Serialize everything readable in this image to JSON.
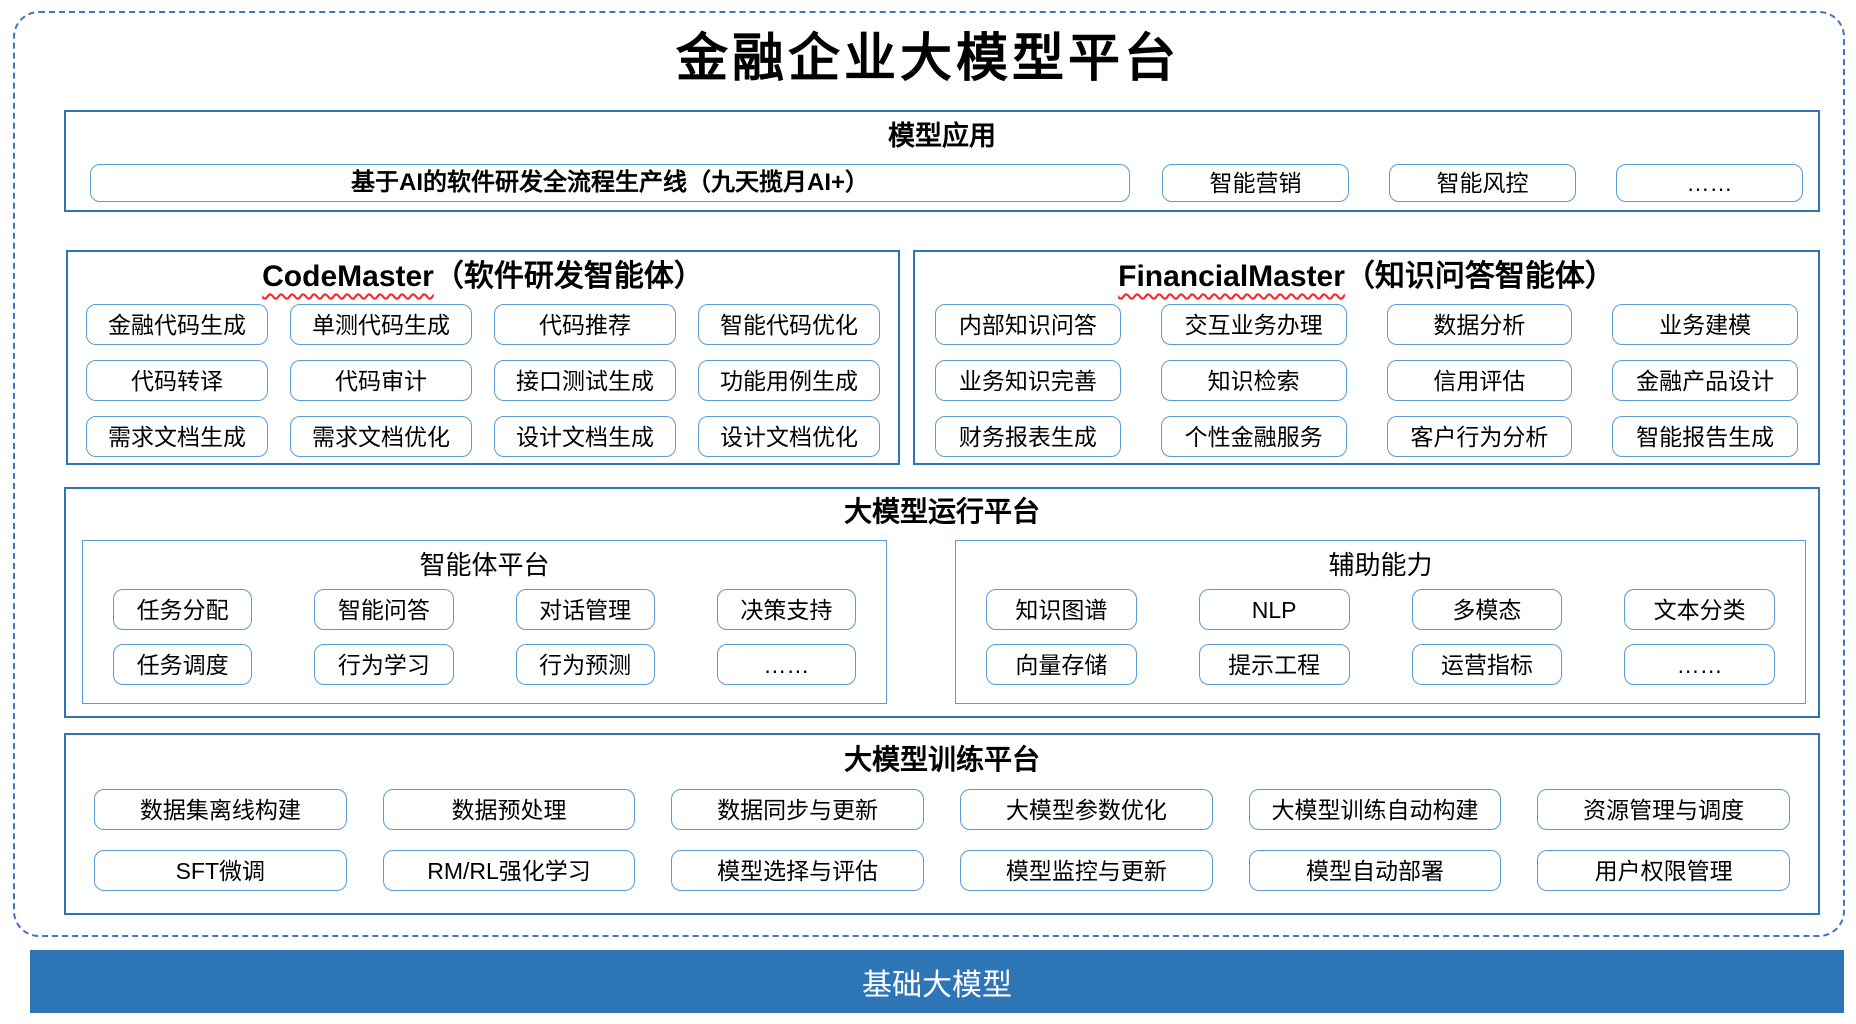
{
  "title": "金融企业大模型平台",
  "colors": {
    "outer_dashed_border": "#4472C4",
    "section_border": "#2E75B6",
    "item_border": "#5B9BD5",
    "foundation_bg": "#2E75B6",
    "spellcheck_squiggle": "#FF1F1F"
  },
  "applications": {
    "header": "模型应用",
    "wide_button": "基于AI的软件研发全流程生产线（九天揽月AI+）",
    "buttons": [
      "智能营销",
      "智能风控",
      "……"
    ]
  },
  "code_master": {
    "name": "CodeMaster",
    "suffix": "（软件研发智能体）",
    "items": [
      "金融代码生成",
      "单测代码生成",
      "代码推荐",
      "智能代码优化",
      "代码转译",
      "代码审计",
      "接口测试生成",
      "功能用例生成",
      "需求文档生成",
      "需求文档优化",
      "设计文档生成",
      "设计文档优化"
    ]
  },
  "financial_master": {
    "name": "FinancialMaster",
    "suffix": "（知识问答智能体）",
    "items": [
      "内部知识问答",
      "交互业务办理",
      "数据分析",
      "业务建模",
      "业务知识完善",
      "知识检索",
      "信用评估",
      "金融产品设计",
      "财务报表生成",
      "个性金融服务",
      "客户行为分析",
      "智能报告生成"
    ]
  },
  "runtime_platform": {
    "header": "大模型运行平台",
    "agent_platform": {
      "header": "智能体平台",
      "items": [
        "任务分配",
        "智能问答",
        "对话管理",
        "决策支持",
        "任务调度",
        "行为学习",
        "行为预测",
        "……"
      ]
    },
    "auxiliary": {
      "header": "辅助能力",
      "items": [
        "知识图谱",
        "NLP",
        "多模态",
        "文本分类",
        "向量存储",
        "提示工程",
        "运营指标",
        "……"
      ]
    }
  },
  "training_platform": {
    "header": "大模型训练平台",
    "items": [
      "数据集离线构建",
      "数据预处理",
      "数据同步与更新",
      "大模型参数优化",
      "大模型训练自动构建",
      "资源管理与调度",
      "SFT微调",
      "RM/RL强化学习",
      "模型选择与评估",
      "模型监控与更新",
      "模型自动部署",
      "用户权限管理"
    ]
  },
  "foundation": {
    "label": "基础大模型"
  }
}
